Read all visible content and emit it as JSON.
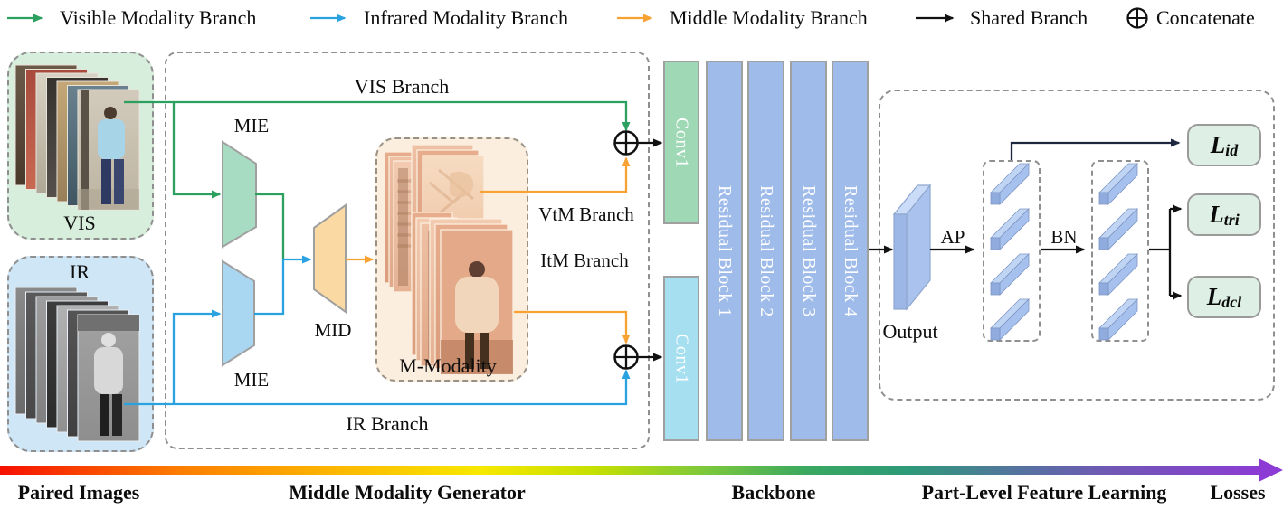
{
  "legend": {
    "items": [
      {
        "label": "Visible Modality Branch",
        "color": "#2ca05e"
      },
      {
        "label": "Infrared Modality Branch",
        "color": "#2aa2e0"
      },
      {
        "label": "Middle Modality Branch",
        "color": "#f7a233"
      },
      {
        "label": "Shared Branch",
        "color": "#111111"
      }
    ],
    "concat_label": "Concatenate"
  },
  "inputs": {
    "vis_label": "VIS",
    "ir_label": "IR"
  },
  "generator": {
    "vis_branch": "VIS Branch",
    "ir_branch": "IR Branch",
    "mie_top": "MIE",
    "mie_bottom": "MIE",
    "mid": "MID",
    "m_modality": "M-Modality",
    "vtm_branch": "VtM Branch",
    "itm_branch": "ItM Branch"
  },
  "backbone": {
    "conv_top": "Conv1",
    "conv_bottom": "Conv1",
    "blocks": [
      "Residual Block 1",
      "Residual Block 2",
      "Residual Block 3",
      "Residual Block 4"
    ]
  },
  "part_level": {
    "output": "Output",
    "ap": "AP",
    "bn": "BN",
    "losses": [
      {
        "main": "L",
        "sub": "id"
      },
      {
        "main": "L",
        "sub": "tri"
      },
      {
        "main": "L",
        "sub": "dcl"
      }
    ]
  },
  "footer": {
    "sections": [
      "Paired Images",
      "Middle Modality Generator",
      "Backbone",
      "Part-Level Feature Learning",
      "Losses"
    ],
    "gradient_start": "#f61000",
    "gradient_end": "#8c3bd4"
  },
  "colors": {
    "vis_fill": "#d7eedd",
    "ir_fill": "#cfe6f7",
    "mmod_fill": "#fbeede",
    "mie_green": "#a8dcc2",
    "mie_blue": "#a9d7f2",
    "mid_orange": "#fbd9a2",
    "conv_green": "#9ed8b5",
    "conv_blue": "#a6dff0",
    "residual_blue": "#9fbbe9",
    "loss_fill": "#def0e6",
    "slice_blue": "#a6c1ee"
  }
}
